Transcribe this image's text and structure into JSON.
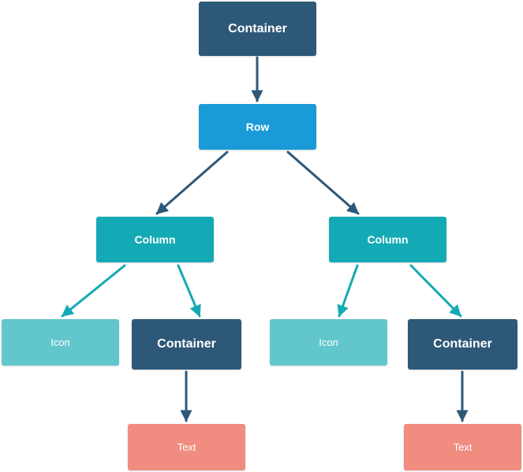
{
  "colors": {
    "container": "#2e5878",
    "row": "#1a9ad6",
    "column": "#14aab5",
    "icon": "#62c7cc",
    "text_node": "#f08c80",
    "edge_dark": "#2e5878",
    "edge_teal": "#14aab5"
  },
  "nodes": {
    "root": {
      "label": "Container",
      "kind": "container"
    },
    "row": {
      "label": "Row",
      "kind": "row"
    },
    "column_left": {
      "label": "Column",
      "kind": "column"
    },
    "column_right": {
      "label": "Column",
      "kind": "column"
    },
    "icon_left": {
      "label": "Icon",
      "kind": "icon"
    },
    "container_left": {
      "label": "Container",
      "kind": "container"
    },
    "icon_right": {
      "label": "Icon",
      "kind": "icon"
    },
    "container_right": {
      "label": "Container",
      "kind": "container"
    },
    "text_left": {
      "label": "Text",
      "kind": "text_node"
    },
    "text_right": {
      "label": "Text",
      "kind": "text_node"
    }
  },
  "edges": [
    {
      "from": "root",
      "to": "row",
      "color": "edge_dark"
    },
    {
      "from": "row",
      "to": "column_left",
      "color": "edge_dark"
    },
    {
      "from": "row",
      "to": "column_right",
      "color": "edge_dark"
    },
    {
      "from": "column_left",
      "to": "icon_left",
      "color": "edge_teal"
    },
    {
      "from": "column_left",
      "to": "container_left",
      "color": "edge_teal"
    },
    {
      "from": "column_right",
      "to": "icon_right",
      "color": "edge_teal"
    },
    {
      "from": "column_right",
      "to": "container_right",
      "color": "edge_teal"
    },
    {
      "from": "container_left",
      "to": "text_left",
      "color": "edge_dark"
    },
    {
      "from": "container_right",
      "to": "text_right",
      "color": "edge_dark"
    }
  ]
}
